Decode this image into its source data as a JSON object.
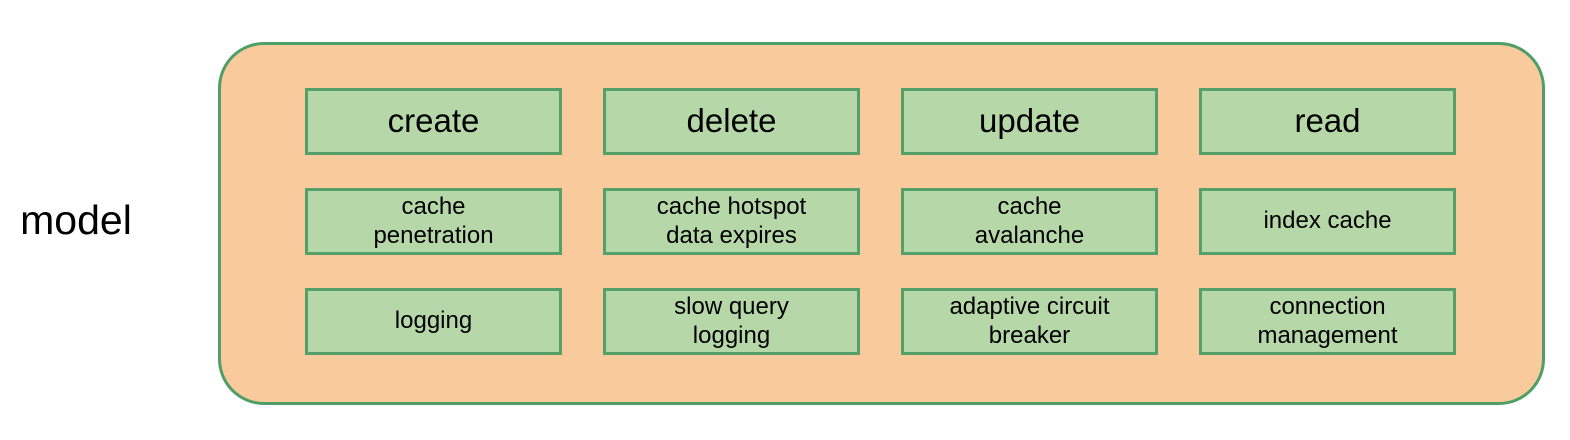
{
  "diagram": {
    "label": "model",
    "grid": {
      "rows": [
        {
          "type": "header",
          "cells": [
            "create",
            "delete",
            "update",
            "read"
          ]
        },
        {
          "type": "item",
          "cells": [
            "cache\npenetration",
            "cache hotspot\ndata expires",
            "cache\navalanche",
            "index cache"
          ]
        },
        {
          "type": "item",
          "cells": [
            "logging",
            "slow query\nlogging",
            "adaptive circuit\nbreaker",
            "connection\nmanagement"
          ]
        }
      ]
    }
  },
  "colors": {
    "container-fill": "#f9cb9c",
    "container-border": "#4e9e68",
    "box-fill": "#b6d7a8",
    "box-border": "#55a06a",
    "text-color": "#000000"
  }
}
